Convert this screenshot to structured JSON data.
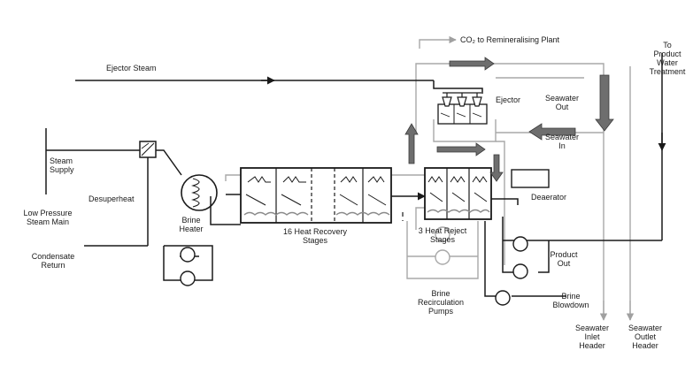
{
  "labels": {
    "co2_to_remineralising_plant": "CO₂ to Remineralising Plant",
    "to_product_water_treatment": [
      "To",
      "Product",
      "Water",
      "Treatment"
    ],
    "ejector_steam": "Ejector Steam",
    "seawater_out": [
      "Seawater",
      "Out"
    ],
    "ejector": "Ejector",
    "seawater_in": [
      "Seawater",
      "In"
    ],
    "steam_supply": [
      "Steam",
      "Supply"
    ],
    "desuperheat": "Desuperheat",
    "low_pressure_steam_main": [
      "Low Pressure",
      "Steam Main"
    ],
    "brine_heater": [
      "Brine",
      "Heater"
    ],
    "heat_recovery_stages": [
      "16 Heat Recovery",
      "Stages"
    ],
    "heat_reject_stages": [
      "3 Heat Reject",
      "Stages"
    ],
    "deaerator": "Deaerator",
    "condensate_return": [
      "Condensate",
      "Return"
    ],
    "product_out": [
      "Product",
      "Out"
    ],
    "brine_recirculation_pumps": [
      "Brine",
      "Recirculation",
      "Pumps"
    ],
    "brine_blowdown": [
      "Brine",
      "Blowdown"
    ],
    "seawater_inlet_header": [
      "Seawater",
      "Inlet",
      "Header"
    ],
    "seawater_outlet_header": [
      "Seawater",
      "Outlet",
      "Header"
    ]
  },
  "colors": {
    "main_line": "#1a1a1a",
    "secondary_line": "#a8a8a8",
    "arrow_fill": "#6e6e6e"
  }
}
